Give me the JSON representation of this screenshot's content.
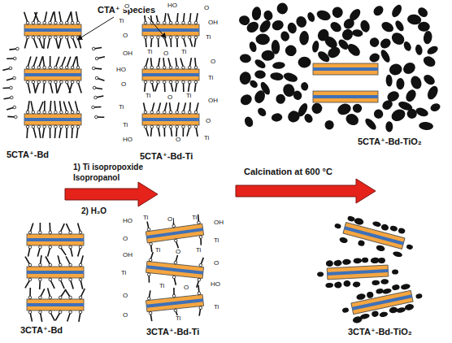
{
  "diagram": {
    "labels": [
      "CTA⁺ species",
      "5CTA⁺-Bd",
      "1) Ti isopropoxide Isopropanol",
      "2) H₂O",
      "5CTA⁺-Bd-Ti",
      "Calcination at 600 °C",
      "5CTA⁺-Bd-TiO₂",
      "3CTA⁺-Bd",
      "3CTA⁺-Bd-Ti",
      "3CTA⁺-Bd-TiO₂",
      "O",
      "HO",
      "O",
      "Ti",
      "OH",
      "O",
      "Ti",
      "Ti",
      "O",
      "Ti",
      "OH",
      "O",
      "HO",
      "Ti",
      "O",
      "Ti",
      "O",
      "Ti",
      "OH",
      "Ti",
      "O",
      "Ti",
      "HO",
      "O",
      "Ti",
      "HO",
      "Ti",
      "O",
      "Ti",
      "OH",
      "O",
      "Ti",
      "Ti",
      "O",
      "Ti",
      "OH",
      "O",
      "Ti",
      "Ti",
      "O",
      "HO",
      "O",
      "Ti",
      "O",
      "Ti"
    ]
  }
}
